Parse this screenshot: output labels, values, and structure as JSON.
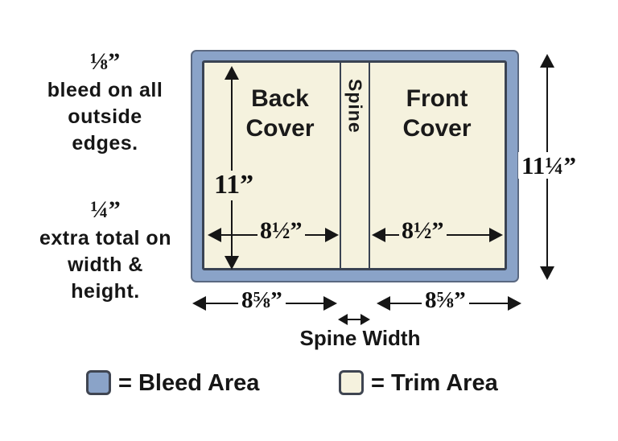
{
  "notes": {
    "bleed": {
      "fraction": "⅛”",
      "lines": [
        "bleed on all",
        "outside",
        "edges."
      ]
    },
    "extra": {
      "fraction": "¼”",
      "lines": [
        "extra total on",
        "width &",
        "height."
      ]
    }
  },
  "diagram": {
    "back_cover_line1": "Back",
    "back_cover_line2": "Cover",
    "front_cover_line1": "Front",
    "front_cover_line2": "Cover",
    "spine": "Spine"
  },
  "dimensions": {
    "trim_height": "11”",
    "back_trim_width": "8½”",
    "front_trim_width": "8½”",
    "total_height": "11¼”",
    "back_bleed_width": "8⅝”",
    "front_bleed_width": "8⅝”",
    "spine_width": "Spine Width"
  },
  "legend": {
    "bleed_label": "= Bleed Area",
    "trim_label": "= Trim Area"
  },
  "colors": {
    "bleed_fill": "#8AA3C8",
    "trim_fill": "#F5F2DE",
    "outline": "#3A4353",
    "arrow": "#161616"
  }
}
